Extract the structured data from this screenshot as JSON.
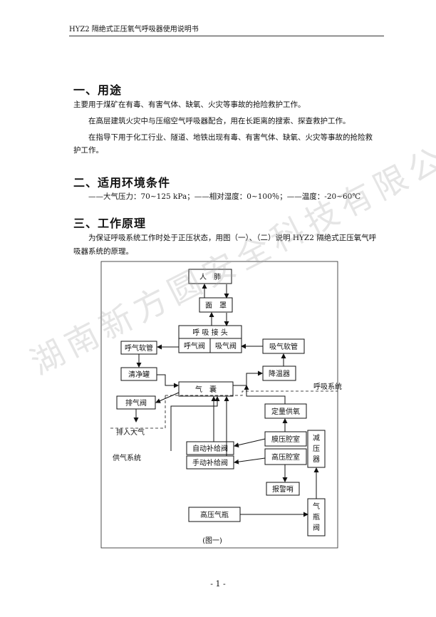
{
  "header": {
    "title": "HYZ2 隔绝式正压氧气呼吸器使用说明书"
  },
  "sections": {
    "s1": {
      "title": "一、用途",
      "paragraphs": [
        "主要用于煤矿在有毒、有害气体、缺氧、火灾等事故的抢险救护工作。",
        "在高层建筑火灾中与压缩空气呼吸器配合，用在长距离的搜索、探查救护工作。",
        "在指导下用于化工行业、隧道、地铁出现有毒、有害气体、缺氧、火灾等事故的抢险救",
        "护工作。"
      ]
    },
    "s2": {
      "title": "二、适用环境条件",
      "line": "——大气压力：70~125 kPa；——相对湿度：0~100％；——温度：-20~60℃"
    },
    "s3": {
      "title": "三、工作原理",
      "paragraphs": [
        "为保证呼吸系统工作时处于正压状态，用图（一）、（二）说明 HYZ2 隔绝式正压氧气呼",
        "吸器系统的原理。"
      ]
    }
  },
  "diagram": {
    "lung": "人　肺",
    "mask": "面　罩",
    "connector": "呼 吸 接 头",
    "exhale_valve": "呼气阀",
    "inhale_valve": "吸气阀",
    "exhale_hose": "呼气软管",
    "inhale_hose": "吸气软管",
    "scrubber": "清净罐",
    "cooler": "降温器",
    "bag": "气　囊",
    "breathing_system": "呼吸系统",
    "exhaust_valve": "排气阀",
    "to_atmosphere": "排入大气",
    "constant_supply": "定量供氧",
    "membrane_chamber": "膜压腔室",
    "high_pressure_chamber": "高压腔室",
    "reducer": "减压器",
    "auto_valve": "自动补给阀",
    "manual_valve": "手动补给阀",
    "supply_system": "供气系统",
    "alarm": "报警哨",
    "cylinder": "高压气瓶",
    "cylinder_valve": "气瓶阀",
    "caption": "(图一)"
  },
  "footer": {
    "page": "- 1 -"
  },
  "watermark": {
    "text": "湖南新方圆安全科技有限公司"
  }
}
